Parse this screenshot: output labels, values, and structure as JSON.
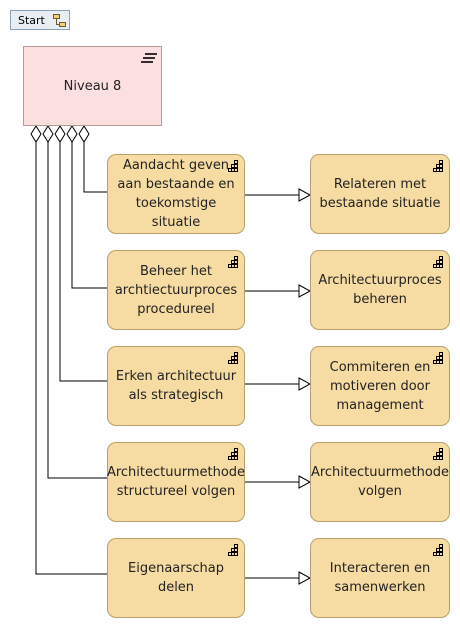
{
  "toolbar": {
    "start_label": "Start",
    "start_icon": "flow-icon"
  },
  "root": {
    "label": "Niveau 8",
    "icon": "hamburger-icon"
  },
  "capability_icon": "capability-grid-icon",
  "rows": [
    {
      "source": "Aandacht geven aan bestaande en toekomstige situatie",
      "target": "Relateren met bestaande situatie"
    },
    {
      "source": "Beheer het archtiectuurproces procedureel",
      "target": "Architectuurproces beheren"
    },
    {
      "source": "Erken architectuur als strategisch",
      "target": "Commiteren en motiveren door management"
    },
    {
      "source": "Architectuurmethode structureel volgen",
      "target": "Architectuurmethode volgen"
    },
    {
      "source": "Eigenaarschap delen",
      "target": "Interacteren en samenwerken"
    }
  ],
  "colors": {
    "root_fill": "#fce0e0",
    "capability_fill": "#f6dca3",
    "border": "#b7a06c",
    "line": "#000000"
  }
}
